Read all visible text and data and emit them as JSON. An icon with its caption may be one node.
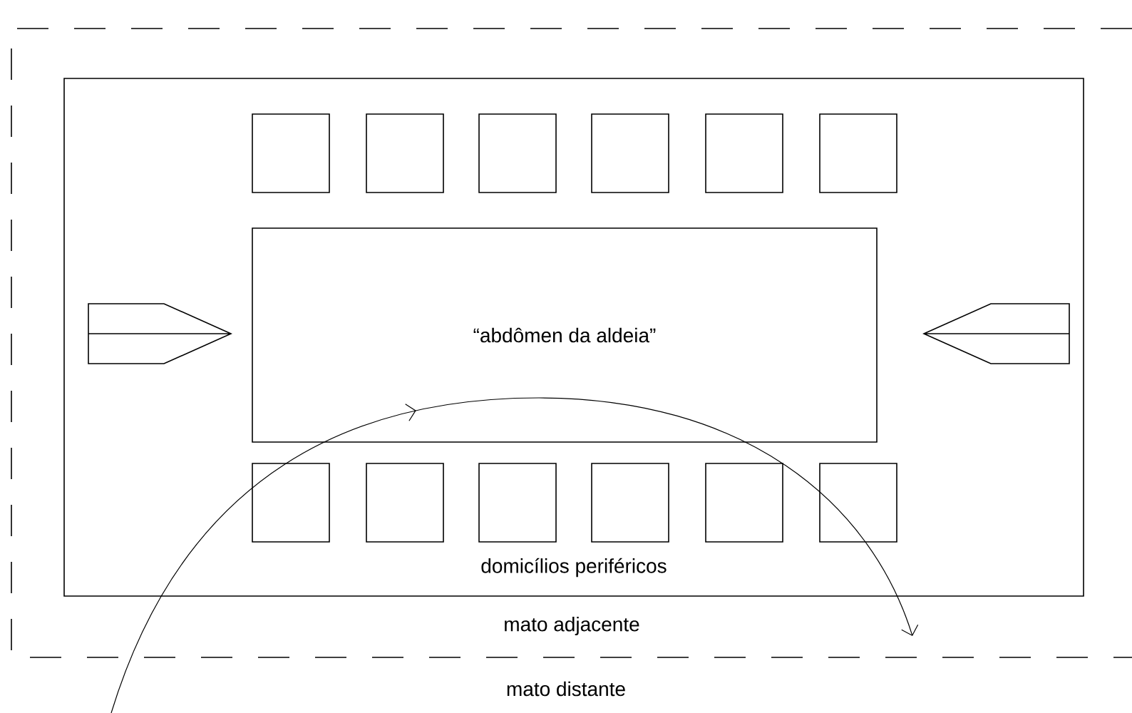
{
  "diagram": {
    "nodes": [
      {
        "text": [
          "mato adjacente"
        ]
      },
      {
        "text": [
          "domicílios periféricos"
        ],
        "in": 0
      },
      {
        "text": [
          "“abdômen da aldeia”"
        ],
        "in": 1
      },
      {
        "text": [],
        "shape": "box",
        "in": 1
      },
      {
        "text": [],
        "shape": "box",
        "in": 1
      },
      {
        "text": [],
        "shape": "box",
        "in": 1
      },
      {
        "text": [],
        "shape": "box",
        "in": 1
      },
      {
        "text": [],
        "shape": "box",
        "in": 1
      },
      {
        "text": [],
        "shape": "box",
        "in": 1
      },
      {
        "text": [],
        "shape": "box",
        "in": 1
      },
      {
        "text": [],
        "shape": "box",
        "in": 1
      },
      {
        "text": [],
        "shape": "box",
        "in": 1
      },
      {
        "text": [],
        "shape": "box",
        "in": 1
      },
      {
        "text": [],
        "shape": "box",
        "in": 1
      },
      {
        "text": [],
        "shape": "box",
        "in": 1
      }
    ],
    "labels": [
      "mato distante"
    ]
  }
}
